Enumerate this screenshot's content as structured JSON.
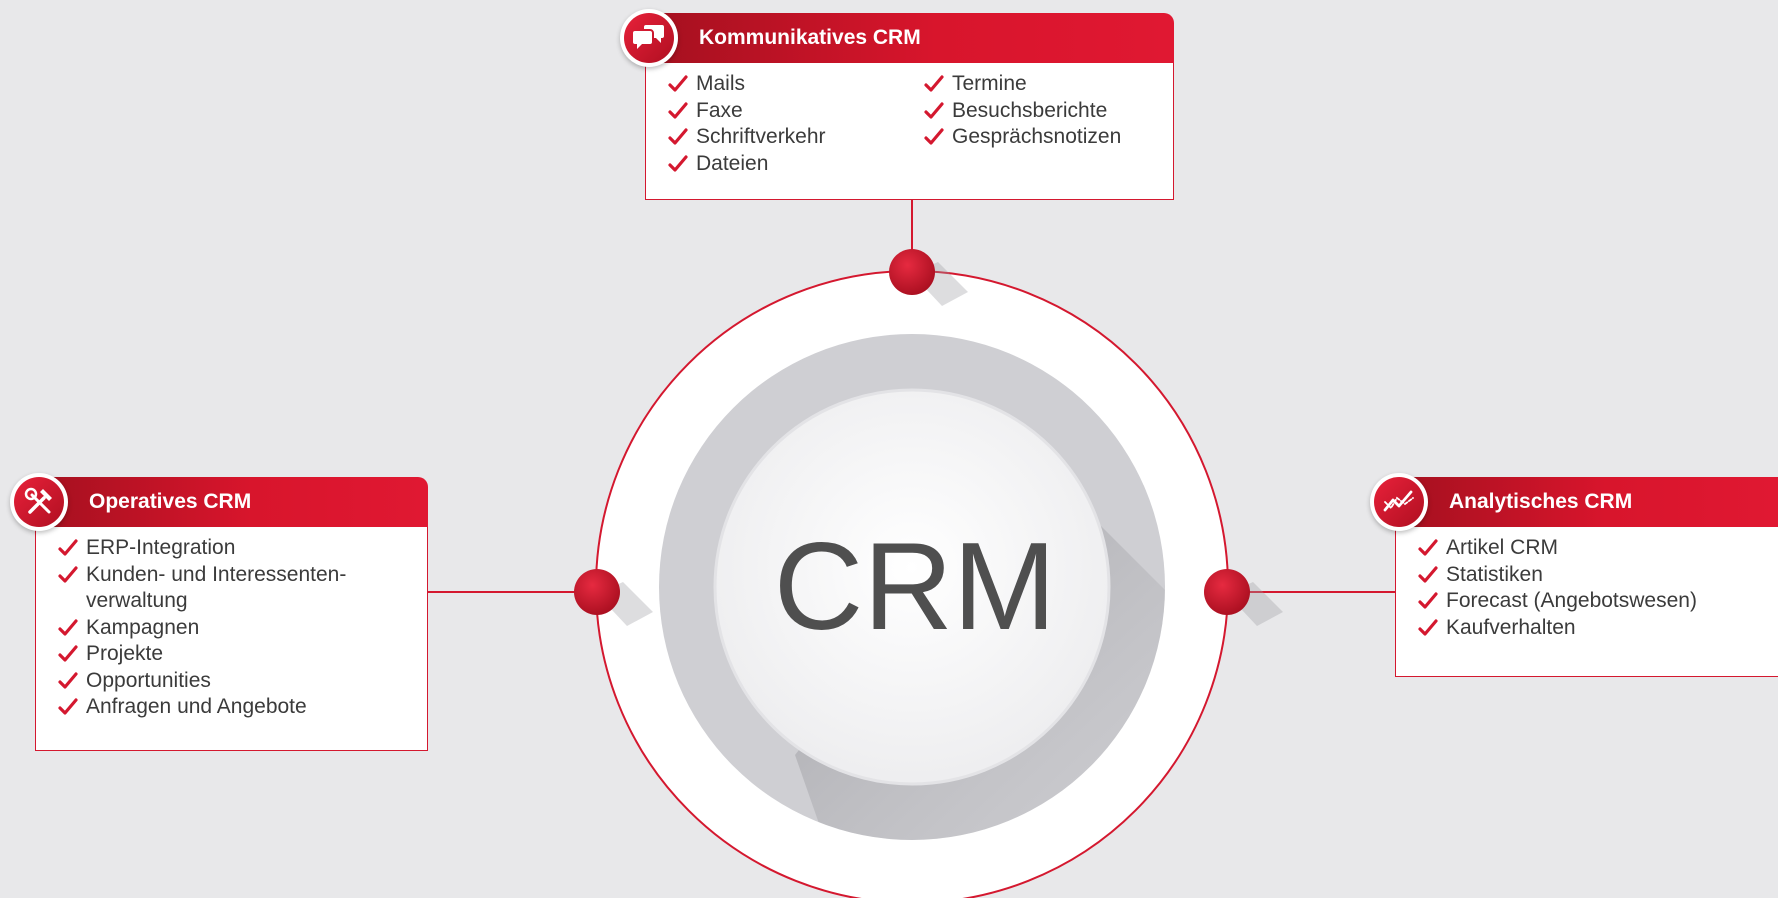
{
  "center": {
    "label": "CRM"
  },
  "colors": {
    "accent": "#d8152c",
    "accent_dark": "#a4101f",
    "background": "#e8e8ea"
  },
  "boxes": {
    "communicative": {
      "title": "Kommunikatives CRM",
      "icon": "speech-bubbles-icon",
      "col1": [
        "Mails",
        "Faxe",
        "Schriftverkehr",
        "Dateien"
      ],
      "col2": [
        "Termine",
        "Besuchsberichte",
        "Gesprächsnotizen"
      ]
    },
    "operative": {
      "title": "Operatives CRM",
      "icon": "tools-icon",
      "items": [
        "ERP-Integration",
        "Kunden- und Interessenten-",
        "verwaltung",
        "Kampagnen",
        "Projekte",
        "Opportunities",
        "Anfragen und Angebote"
      ]
    },
    "analytic": {
      "title": "Analytisches CRM",
      "icon": "trend-chart-icon",
      "items": [
        "Artikel CRM",
        "Statistiken",
        "Forecast (Angebotswesen)",
        "Kaufverhalten"
      ]
    }
  }
}
